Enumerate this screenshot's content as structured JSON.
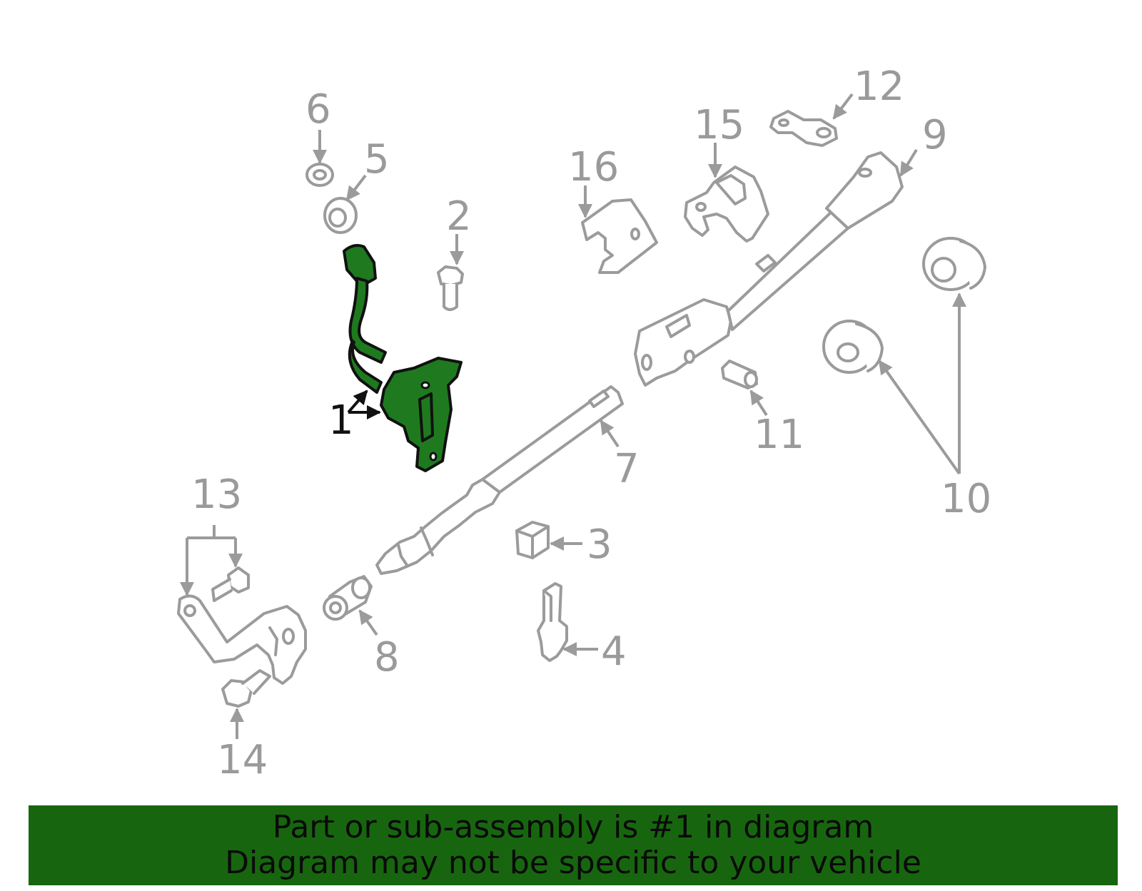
{
  "callouts": {
    "c1": "1",
    "c2": "2",
    "c3": "3",
    "c4": "4",
    "c5": "5",
    "c6": "6",
    "c7": "7",
    "c8": "8",
    "c9": "9",
    "c10": "10",
    "c11": "11",
    "c12": "12",
    "c13": "13",
    "c14": "14",
    "c15": "15",
    "c16": "16"
  },
  "highlighted_part": "1",
  "colors": {
    "highlight_fill": "#1f7a1f",
    "part_stroke": "#9b9b9b",
    "banner_bg": "#17660f"
  },
  "banner": {
    "line1": "Part or sub-assembly is #1 in diagram",
    "line2": "Diagram may not be specific to your vehicle"
  }
}
